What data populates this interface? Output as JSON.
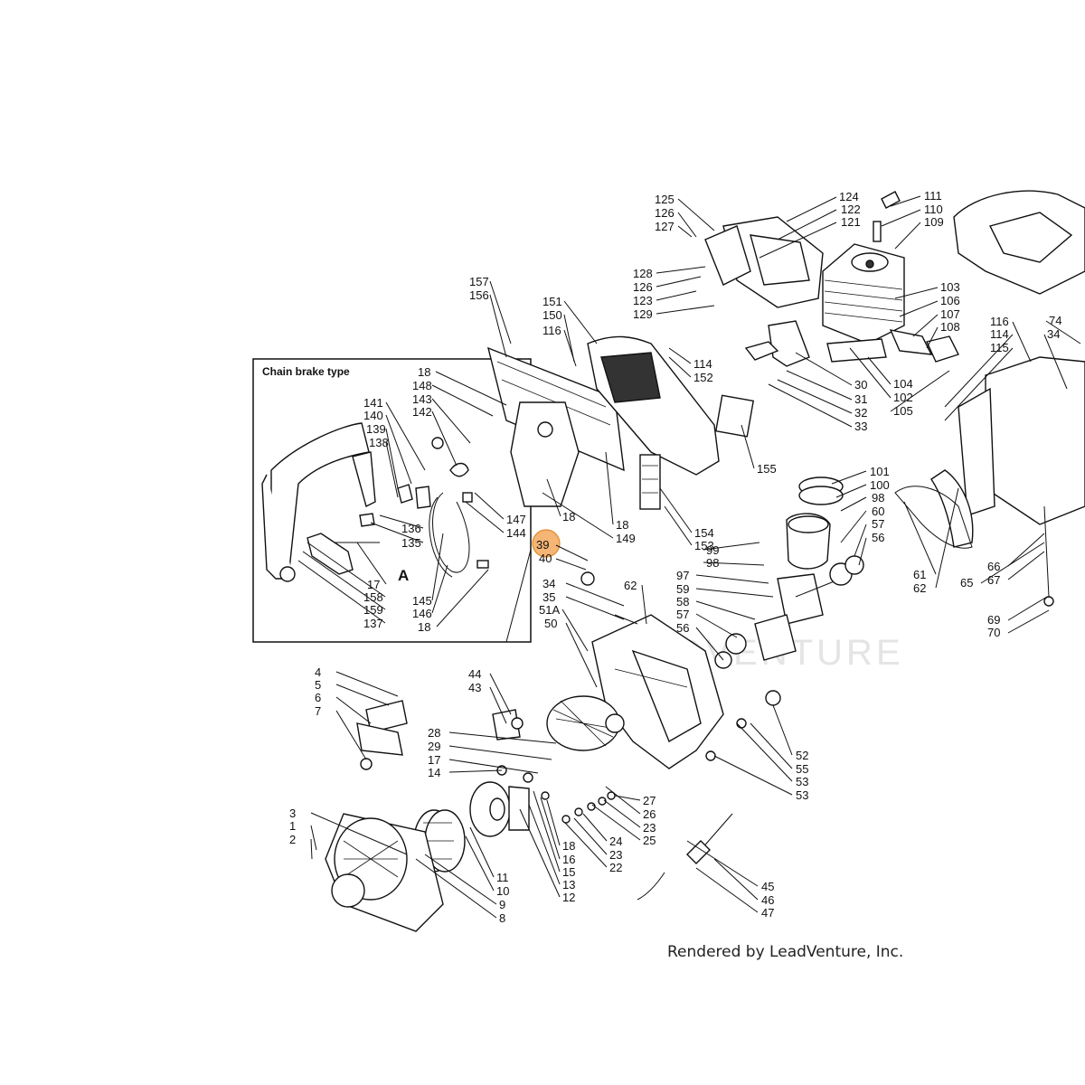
{
  "diagram": {
    "inset_title": "Chain brake type",
    "inset_marker": "A",
    "highlighted_label": "39",
    "watermark": "LEADVENTURE",
    "credit": "Rendered by LeadVenture, Inc.",
    "colors": {
      "line": "#111111",
      "highlight": "#f3a85c",
      "watermark": "#e4e4e4"
    },
    "labels": [
      "125",
      "126",
      "127",
      "124",
      "122",
      "121",
      "111",
      "110",
      "109",
      "128",
      "126",
      "123",
      "129",
      "157",
      "156",
      "151",
      "150",
      "116",
      "114",
      "152",
      "103",
      "106",
      "107",
      "108",
      "116",
      "114",
      "115",
      "74",
      "34",
      "30",
      "31",
      "32",
      "33",
      "104",
      "102",
      "105",
      "155",
      "18",
      "148",
      "143",
      "142",
      "141",
      "140",
      "139",
      "138",
      "136",
      "135",
      "17",
      "158",
      "159",
      "137",
      "145",
      "146",
      "18",
      "147",
      "144",
      "18",
      "18",
      "149",
      "154",
      "153",
      "39",
      "40",
      "101",
      "100",
      "98",
      "60",
      "57",
      "56",
      "99",
      "98",
      "97",
      "59",
      "58",
      "57",
      "56",
      "61",
      "62",
      "65",
      "66",
      "67",
      "69",
      "70",
      "62",
      "34",
      "35",
      "51A",
      "50",
      "4",
      "5",
      "6",
      "7",
      "44",
      "43",
      "28",
      "29",
      "17",
      "14",
      "3",
      "1",
      "2",
      "27",
      "26",
      "23",
      "25",
      "24",
      "23",
      "22",
      "18",
      "16",
      "15",
      "13",
      "12",
      "11",
      "10",
      "9",
      "8",
      "52",
      "55",
      "53",
      "53",
      "45",
      "46",
      "47"
    ]
  }
}
